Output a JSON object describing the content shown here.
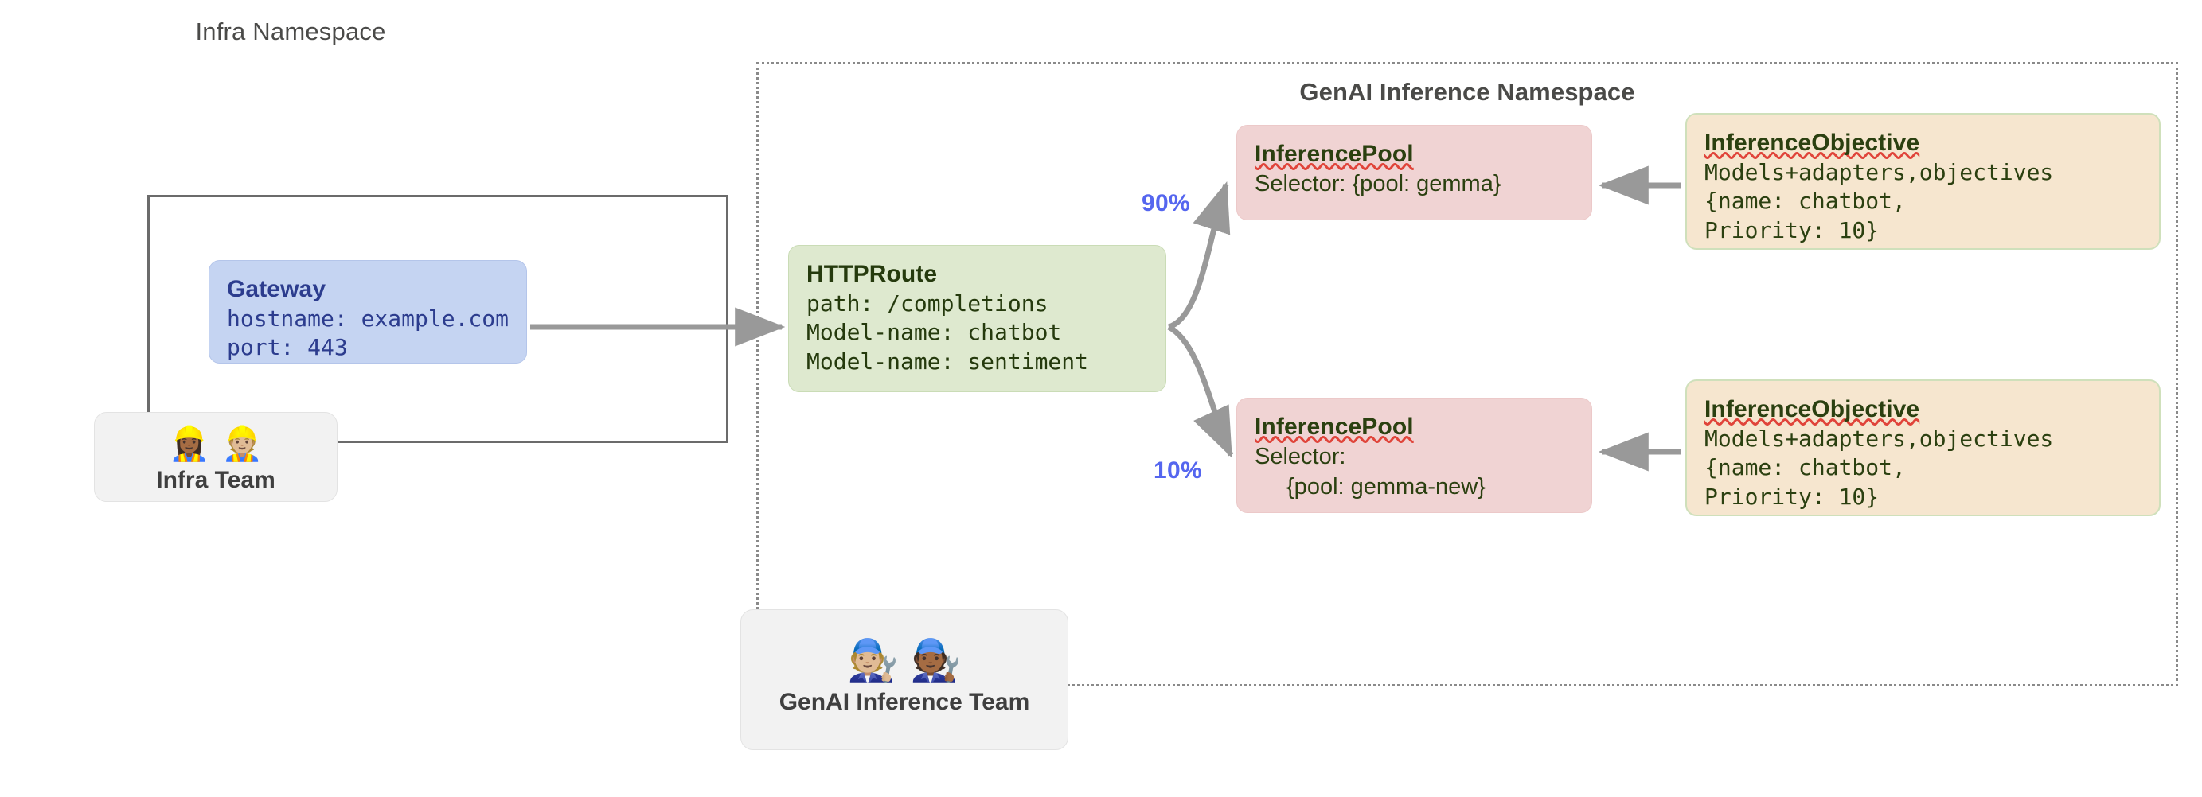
{
  "namespaces": {
    "infra": {
      "title": "Infra Namespace"
    },
    "genai": {
      "title": "GenAI Inference Namespace"
    }
  },
  "nodes": {
    "gateway": {
      "title": "Gateway",
      "line1": "hostname: example.com",
      "line2": "port: 443"
    },
    "httproute": {
      "title": "HTTPRoute",
      "line1": "path: /completions",
      "line2": "Model-name: chatbot",
      "line3": "Model-name: sentiment"
    },
    "pool_top": {
      "title": "InferencePool",
      "selector": "Selector: {pool: gemma}"
    },
    "pool_bottom": {
      "title": "InferencePool",
      "selector_label": "Selector:",
      "selector_value": "{pool: gemma-new}"
    },
    "objective_top": {
      "title": "InferenceObjective",
      "line1": "Models+adapters,objectives",
      "line2": "{name: chatbot,",
      "line3": "Priority: 10}"
    },
    "objective_bottom": {
      "title": "InferenceObjective",
      "line1": "Models+adapters,objectives",
      "line2": "{name: chatbot,",
      "line3": "Priority: 10}"
    }
  },
  "teams": {
    "infra": {
      "label": "Infra Team",
      "emojis": "👷🏾‍♀️👷🏼"
    },
    "genai": {
      "label": "GenAI Inference Team",
      "emojis": "🧑🏼‍🔧🧑🏾‍🔧"
    }
  },
  "edges": {
    "split_top_label": "90%",
    "split_bottom_label": "10%"
  },
  "colors": {
    "gateway_bg": "#c5d4f2",
    "gateway_text": "#2c3c8e",
    "httproute_bg": "#dee9cf",
    "pool_bg": "#f0d3d3",
    "objective_bg": "#f6e6cf",
    "node_text_green": "#2b4010",
    "percent_blue": "#5566ef",
    "arrow_gray": "#999999",
    "namespace_border": "#6b6b6b",
    "team_bg": "#f2f2f2",
    "spellcheck_red": "#e0443a"
  }
}
